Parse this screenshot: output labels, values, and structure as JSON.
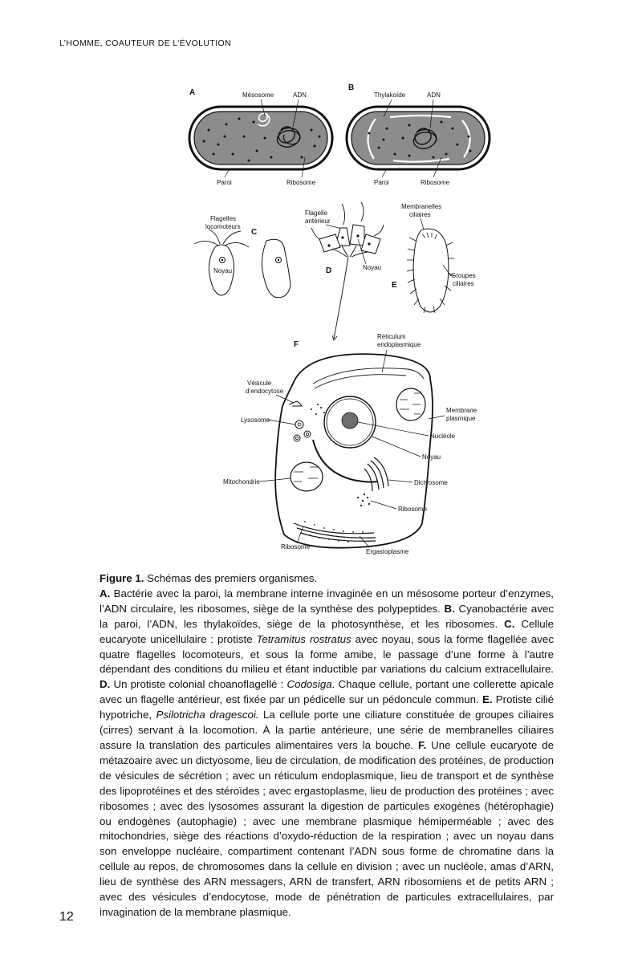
{
  "running_head": "L’HOMME, COAUTEUR DE L’ÉVOLUTION",
  "page_number": "12",
  "figure": {
    "panels": {
      "a": "A",
      "b": "B",
      "c": "C",
      "d": "D",
      "e": "E",
      "f": "F"
    },
    "labels": {
      "a_mesosome": "Mésosome",
      "a_adn": "ADN",
      "a_paroi": "Paroi",
      "a_ribosome": "Ribosome",
      "b_thylakoide": "Thylakoïde",
      "b_adn": "ADN",
      "b_paroi": "Paroi",
      "b_ribosome": "Ribosome",
      "c_flagelles_1": "Flagelles",
      "c_flagelles_2": "locomoteurs",
      "c_noyau": "Noyau",
      "d_flagelle_1": "Flagelle",
      "d_flagelle_2": "antérieur",
      "d_noyau": "Noyau",
      "e_membranelles_1": "Membranelles",
      "e_membranelles_2": "ciliaires",
      "e_groupes_1": "Groupes",
      "e_groupes_2": "ciliaires",
      "f_reticulum_1": "Réticulum",
      "f_reticulum_2": "endoplasmique",
      "f_vesicule_1": "Vésicule",
      "f_vesicule_2": "d’endocytose",
      "f_lysosome": "Lysosome",
      "f_membrane_1": "Membrane",
      "f_membrane_2": "plasmique",
      "f_nucleole": "Nucléole",
      "f_noyau": "Noyau",
      "f_mitochondrie": "Mitochondrie",
      "f_dictyosome": "Dictyosome",
      "f_ribosome_right": "Ribosome",
      "f_ribosome_bottom": "Ribosome",
      "f_ergastoplasme": "Ergastoplasme"
    }
  },
  "caption": {
    "title": "Figure 1.",
    "subtitle": " Schémas des premiers organismes.",
    "a_key": "A.",
    "a_text": " Bactérie avec la paroi, la membrane interne invaginée en un mésosome porteur d’enzymes, l’ADN circulaire, les ribosomes, siège de la synthèse des polypeptides. ",
    "b_key": "B.",
    "b_text": " Cyanobactérie avec la paroi, l’ADN, les thylakoïdes, siège de la photosynthèse, et les ribosomes. ",
    "c_key": "C.",
    "c_text_1": " Cellule eucaryote unicellulaire : protiste ",
    "c_species": "Tetramitus rostratus",
    "c_text_2": " avec noyau, sous la forme flagellée avec quatre flagelles locomoteurs, et sous la forme amibe, le passage d’une forme à l’autre dépendant des conditions du milieu et étant inductible par variations du calcium extracellulaire. ",
    "d_key": "D.",
    "d_text_1": " Un protiste colonial choanoflagellé : ",
    "d_species": "Codosiga",
    "d_text_2": ". Chaque cellule, portant une collerette apicale avec un flagelle antérieur, est fixée par un pédicelle sur un pédoncule commun. ",
    "e_key": "E.",
    "e_text_1": " Protiste cilié hypotriche, ",
    "e_species": "Psilotricha dragescoi.",
    "e_text_2": " La cellule porte une ciliature constituée de groupes ciliaires (cirres) servant à la locomotion. À la partie antérieure, une série de membranelles ciliaires assure la translation des particules alimentaires vers la bouche. ",
    "f_key": "F.",
    "f_text": " Une cellule eucaryote de métazoaire avec un dictyosome, lieu de circulation, de modification des protéines, de production de vésicules de sécrétion ; avec un réticulum endoplasmique, lieu de transport et de synthèse des lipoprotéines et des stéroïdes ; avec ergastoplasme, lieu de production des protéines ; avec ribosomes ; avec des lysosomes assurant la digestion de particules exogènes (hétérophagie) ou endogènes (autophagie) ; avec une membrane plasmique hémiperméable ; avec des mitochondries, siège des réactions d’oxydo-réduction de la respiration ; avec un noyau dans son enveloppe nucléaire, compartiment contenant l’ADN sous forme de chromatine dans la cellule au repos, de chromosomes dans la cellule en division ; avec un nucléole, amas d’ARN, lieu de synthèse des ARN messagers, ARN de transfert, ARN ribosomiens et de petits ARN ; avec des vésicules d’endocytose, mode de pénétration de particules extracellulaires, par invagination de la membrane plasmique."
  }
}
